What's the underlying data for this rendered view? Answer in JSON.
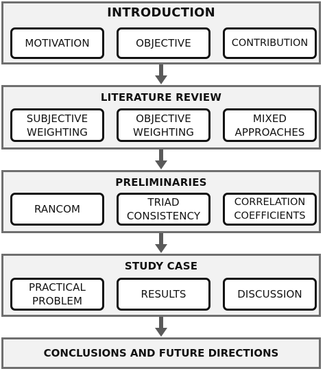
{
  "sections": [
    {
      "title": "INTRODUCTION",
      "items": [
        "MOTIVATION",
        "OBJECTIVE",
        "CONTRIBUTION"
      ]
    },
    {
      "title": "LITERATURE REVIEW",
      "items": [
        "SUBJECTIVE\nWEIGHTING",
        "OBJECTIVE\nWEIGHTING",
        "MIXED\nAPPROACHES"
      ]
    },
    {
      "title": "PRELIMINARIES",
      "items": [
        "RANCOM",
        "TRIAD\nCONSISTENCY",
        "CORRELATION\nCOEFFICIENTS"
      ]
    },
    {
      "title": "STUDY CASE",
      "items": [
        "PRACTICAL\nPROBLEM",
        "RESULTS",
        "DISCUSSION"
      ]
    },
    {
      "title": "CONCLUSIONS AND FUTURE DIRECTIONS"
    }
  ],
  "colors": {
    "section_fill": "#f2f2f2",
    "section_border": "#6f6f6f",
    "box_border": "#111111",
    "arrow": "#5a5a5a"
  }
}
